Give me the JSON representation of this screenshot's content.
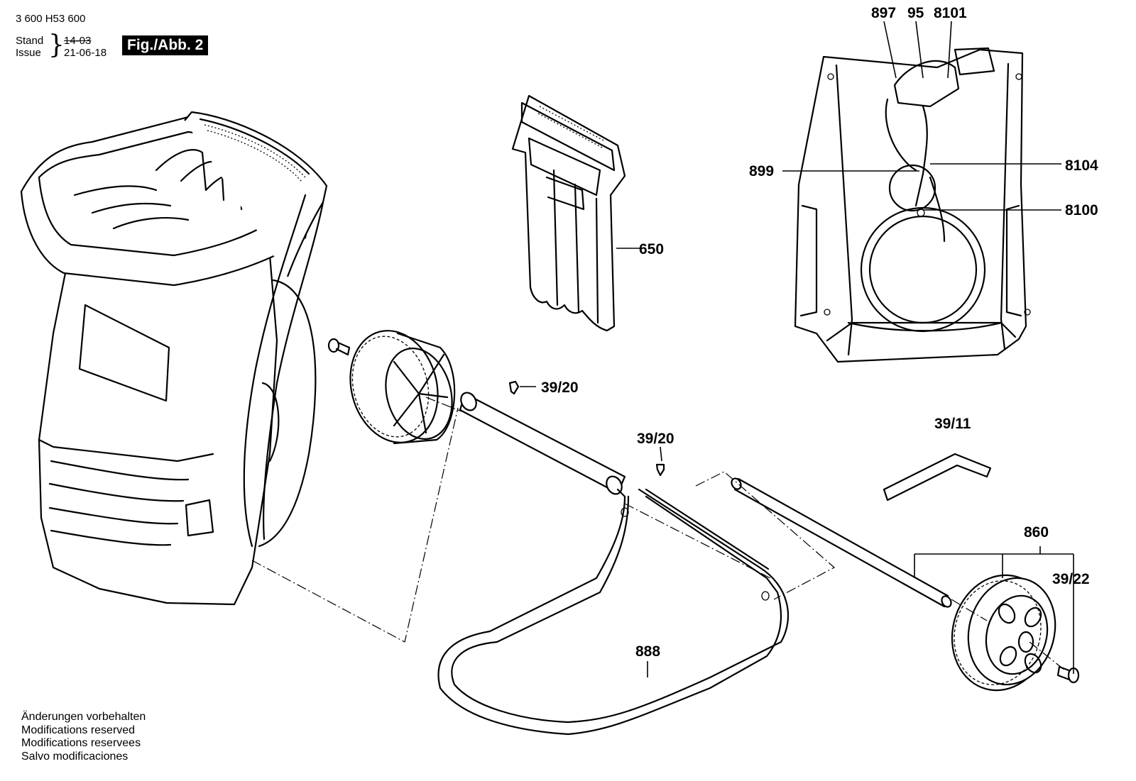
{
  "header": {
    "doc_number": "3 600 H53 600",
    "stand_label": "Stand",
    "issue_label": "Issue",
    "stand_date": "14-03",
    "issue_date": "21-06-18",
    "figure_label": "Fig./Abb. 2"
  },
  "callouts": {
    "c897": "897",
    "c95": "95",
    "c8101": "8101",
    "c899": "899",
    "c8104": "8104",
    "c8100": "8100",
    "c650": "650",
    "c39_20a": "39/20",
    "c39_20b": "39/20",
    "c39_11": "39/11",
    "c860": "860",
    "c39_22": "39/22",
    "c888": "888"
  },
  "notes": [
    "Änderungen vorbehalten",
    "Modifications reserved",
    "Modifications reservees",
    "Salvo modificaciones"
  ]
}
